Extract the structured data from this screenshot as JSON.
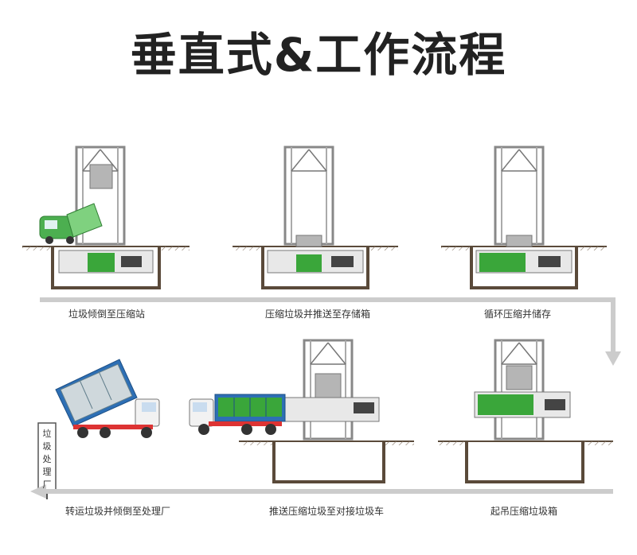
{
  "title": "垂直式&工作流程",
  "steps": [
    {
      "label": "垃圾倾倒至压缩站"
    },
    {
      "label": "压缩垃圾并推送至存储箱"
    },
    {
      "label": "循环压缩并储存"
    },
    {
      "label": "起吊压缩垃圾箱"
    },
    {
      "label": "推送压缩垃圾至对接垃圾车"
    },
    {
      "label": "转运垃圾并倾倒至处理厂"
    }
  ],
  "facility_sign": "垃圾处理厂",
  "colors": {
    "compressed_waste": "#3aa63a",
    "frame": "#888888",
    "pit": "#5a4a3a",
    "flow_arrow": "#cccccc",
    "truck_body": "#2d6fb5"
  }
}
